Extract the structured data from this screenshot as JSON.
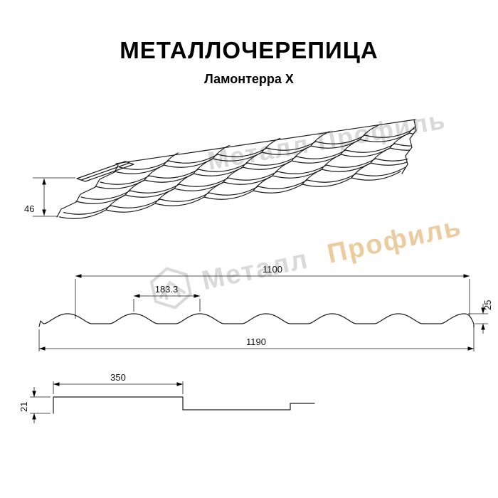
{
  "header": {
    "title": "МЕТАЛЛОЧЕРЕПИЦА",
    "subtitle": "Ламонтерра X"
  },
  "watermark": {
    "top_text": "Металл Профиль",
    "brand_first": "Металл",
    "brand_second": "Профиль",
    "gray": "#d9d9d9",
    "accent": "#eccb9e"
  },
  "roof_view": {
    "height_dim": "46"
  },
  "cross_section": {
    "cover_width": "1100",
    "wave_pitch": "183.3",
    "profile_height": "25",
    "full_width": "1190"
  },
  "side_section": {
    "module_length": "350",
    "step_height": "21"
  }
}
